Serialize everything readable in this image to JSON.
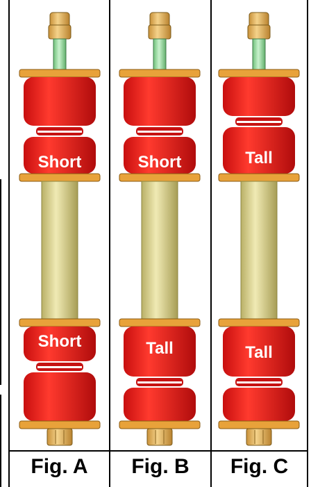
{
  "figures": [
    {
      "caption": "Fig. A",
      "upper_bushing": "Short",
      "lower_bushing": "Short"
    },
    {
      "caption": "Fig. B",
      "upper_bushing": "Short",
      "lower_bushing": "Tall"
    },
    {
      "caption": "Fig. C",
      "upper_bushing": "Tall",
      "lower_bushing": "Tall"
    }
  ],
  "colors": {
    "bushing_red": "#e81e1e",
    "washer_orange": "#e8a23a",
    "rod_tan": "#ddd48e",
    "nut_gold": "#e3b45a",
    "stud_green": "#9fe0a8"
  }
}
